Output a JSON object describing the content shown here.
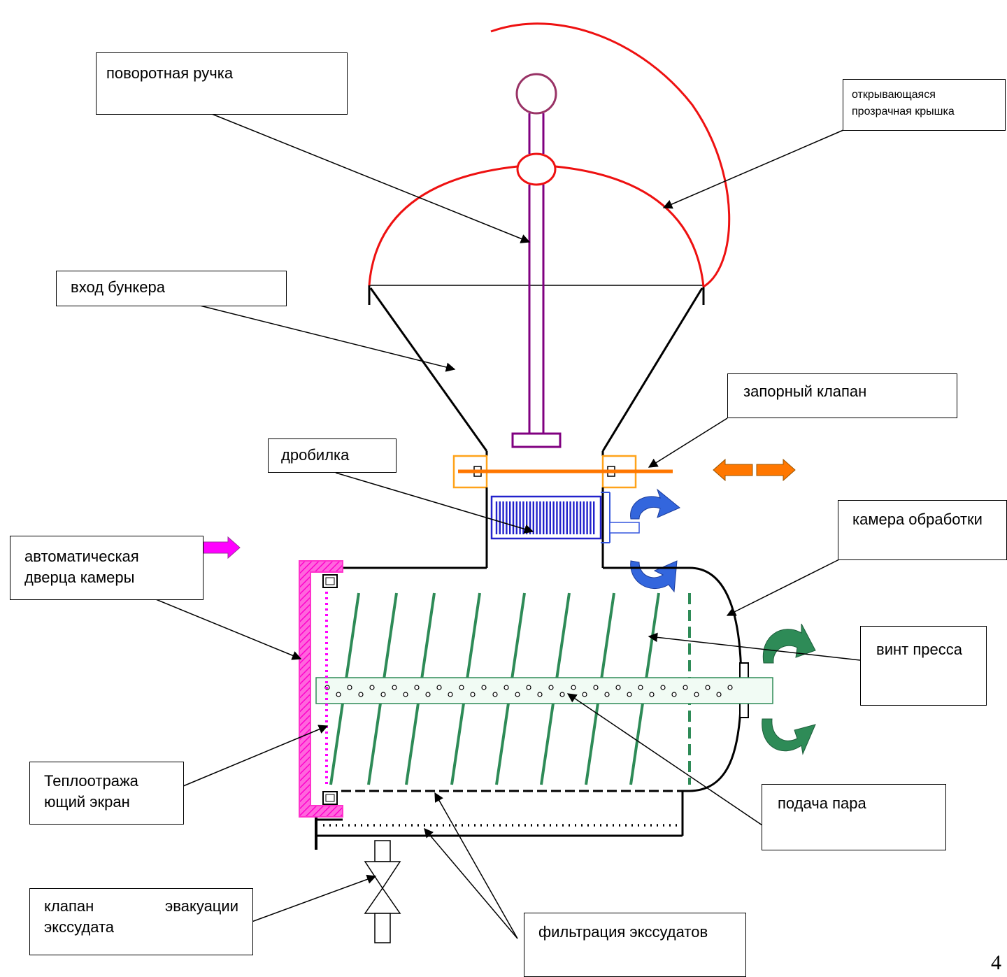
{
  "labels": {
    "handle": "поворотная ручка",
    "lid": "открывающаяся прозрачная крышка",
    "inlet": "вход бункера",
    "shutoff_valve": "запорный клапан",
    "crusher": "дробилка",
    "chamber": "камера обработки",
    "door": "автоматическая дверца камеры",
    "screw": "винт пресса",
    "heat_shield": "Теплоотража ющий экран",
    "steam": "подача пара",
    "drain_valve_a": "клапан",
    "drain_valve_b": "эвакуации",
    "drain_valve_c": "экссудата",
    "filtration": "фильтрация экссудатов"
  },
  "page_number": "4",
  "colors": {
    "lid": "#ee1111",
    "handle": "#800080",
    "handle_knob": "#993366",
    "valve": "#ff7700",
    "valve_frame": "#ffa31a",
    "crusher": "#2222cc",
    "crusher_arrow": "#3366dd",
    "screw": "#2e8b57",
    "shaft_fill": "#f1fbf4",
    "door": "#ff33cc",
    "door_arrow": "#ff00ff",
    "screw_arrow": "#2e8b57"
  }
}
